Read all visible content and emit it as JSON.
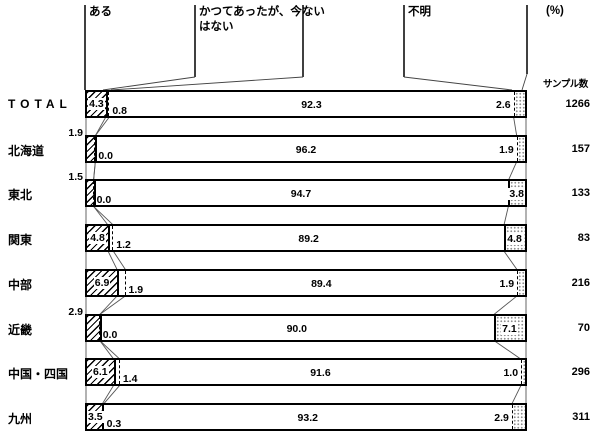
{
  "header": {
    "unit_label": "(%)",
    "sample_header": "サンプル数"
  },
  "chart_data": {
    "type": "bar",
    "orientation": "horizontal",
    "stacked": true,
    "xlim": [
      0,
      100
    ],
    "grid": false,
    "legend_position": "top",
    "legend": [
      "ある",
      "かつてあったが、今ない",
      "はない",
      "不明"
    ],
    "categories": [
      "TOTAL",
      "北海道",
      "東北",
      "関東",
      "中部",
      "近畿",
      "中国・四国",
      "九州"
    ],
    "samples": [
      "1266",
      "157",
      "133",
      "83",
      "216",
      "70",
      "296",
      "311"
    ],
    "series": [
      {
        "name": "ある",
        "values": [
          4.3,
          1.9,
          1.5,
          4.8,
          6.9,
          2.9,
          6.1,
          3.5
        ]
      },
      {
        "name": "かつてあったが、今ない",
        "values": [
          0.8,
          0.0,
          0.0,
          1.2,
          1.9,
          0.0,
          1.4,
          0.3
        ]
      },
      {
        "name": "はない",
        "values": [
          92.3,
          96.2,
          94.7,
          89.2,
          89.4,
          90.0,
          91.6,
          93.2
        ]
      },
      {
        "name": "不明",
        "values": [
          2.6,
          1.9,
          3.8,
          4.8,
          1.9,
          7.1,
          1.0,
          2.9
        ]
      }
    ]
  }
}
